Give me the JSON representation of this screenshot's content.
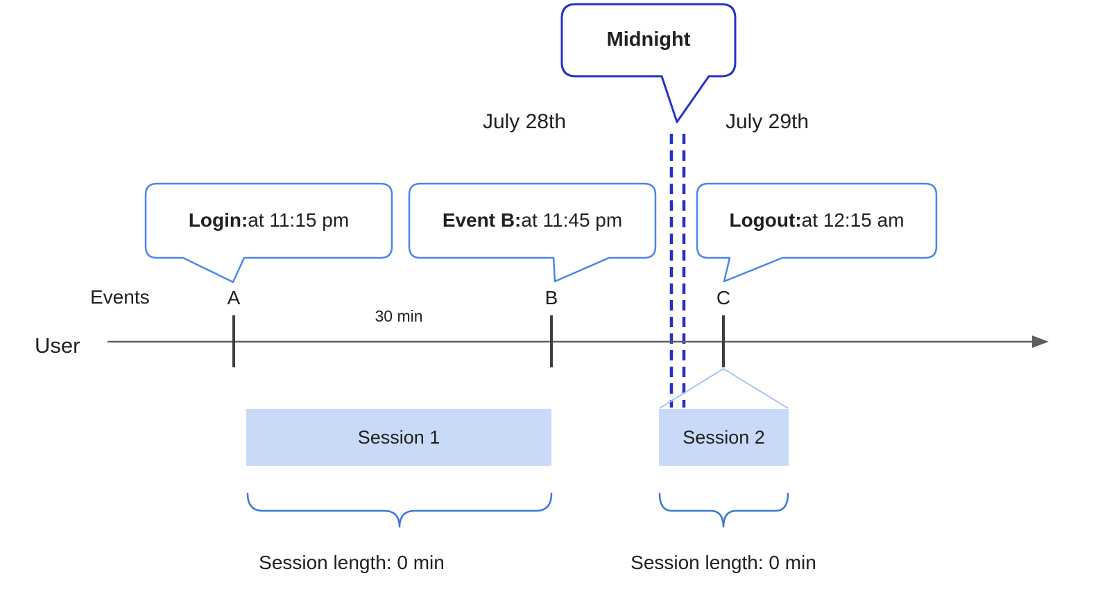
{
  "midnight_callout": {
    "label": "Midnight"
  },
  "dates": {
    "left": "July 28th",
    "right": "July 29th"
  },
  "callouts": [
    {
      "bold": "Login:",
      "rest": " at 11:15 pm"
    },
    {
      "bold": "Event B:",
      "rest": " at 11:45 pm"
    },
    {
      "bold": "Logout:",
      "rest": " at 12:15 am"
    }
  ],
  "timeline": {
    "events_label": "Events",
    "axis_label": "User",
    "interval_label": "30 min",
    "event_markers": [
      "A",
      "B",
      "C"
    ]
  },
  "sessions": [
    {
      "label": "Session 1",
      "length_label": "Session length: 0 min"
    },
    {
      "label": "Session 2",
      "length_label": "Session length: 0 min"
    }
  ],
  "colors": {
    "callout-border": "#4a86e8",
    "midnight-blue": "#2431c8",
    "session-fill": "#c9daf8",
    "brace-blue": "#3c78d8",
    "funnel-blue": "#a8c6f0",
    "axis-gray": "#5f5f5f",
    "tick-dark": "#3f3f3f"
  }
}
